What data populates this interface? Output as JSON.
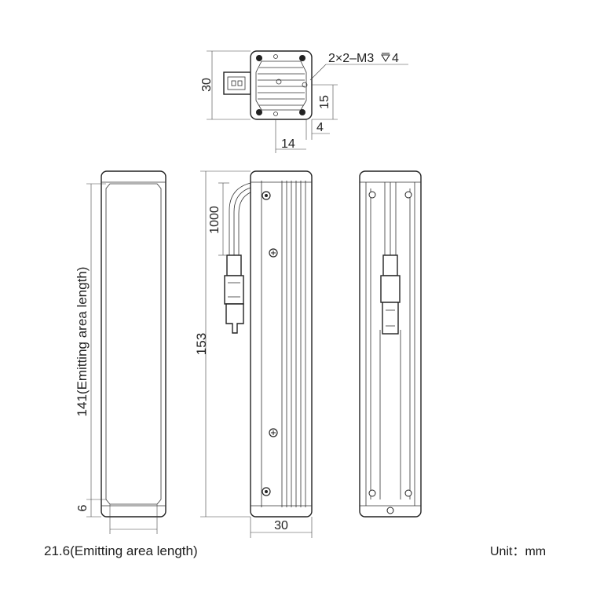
{
  "dimensions": {
    "top_height": "30",
    "top_thread": "2×2–M3",
    "top_depth": "4",
    "top_side": "15",
    "top_offset": "4",
    "top_width": "14",
    "emit_length": "141(Emitting area length)",
    "edge_margin": "6",
    "cable_length": "1000",
    "total_length": "153",
    "body_width": "30"
  },
  "captions": {
    "emit_width": "21.6(Emitting area length)",
    "unit": "Unit：mm"
  },
  "colors": {
    "line": "#222222",
    "dimension": "#444444",
    "background": "#ffffff"
  }
}
